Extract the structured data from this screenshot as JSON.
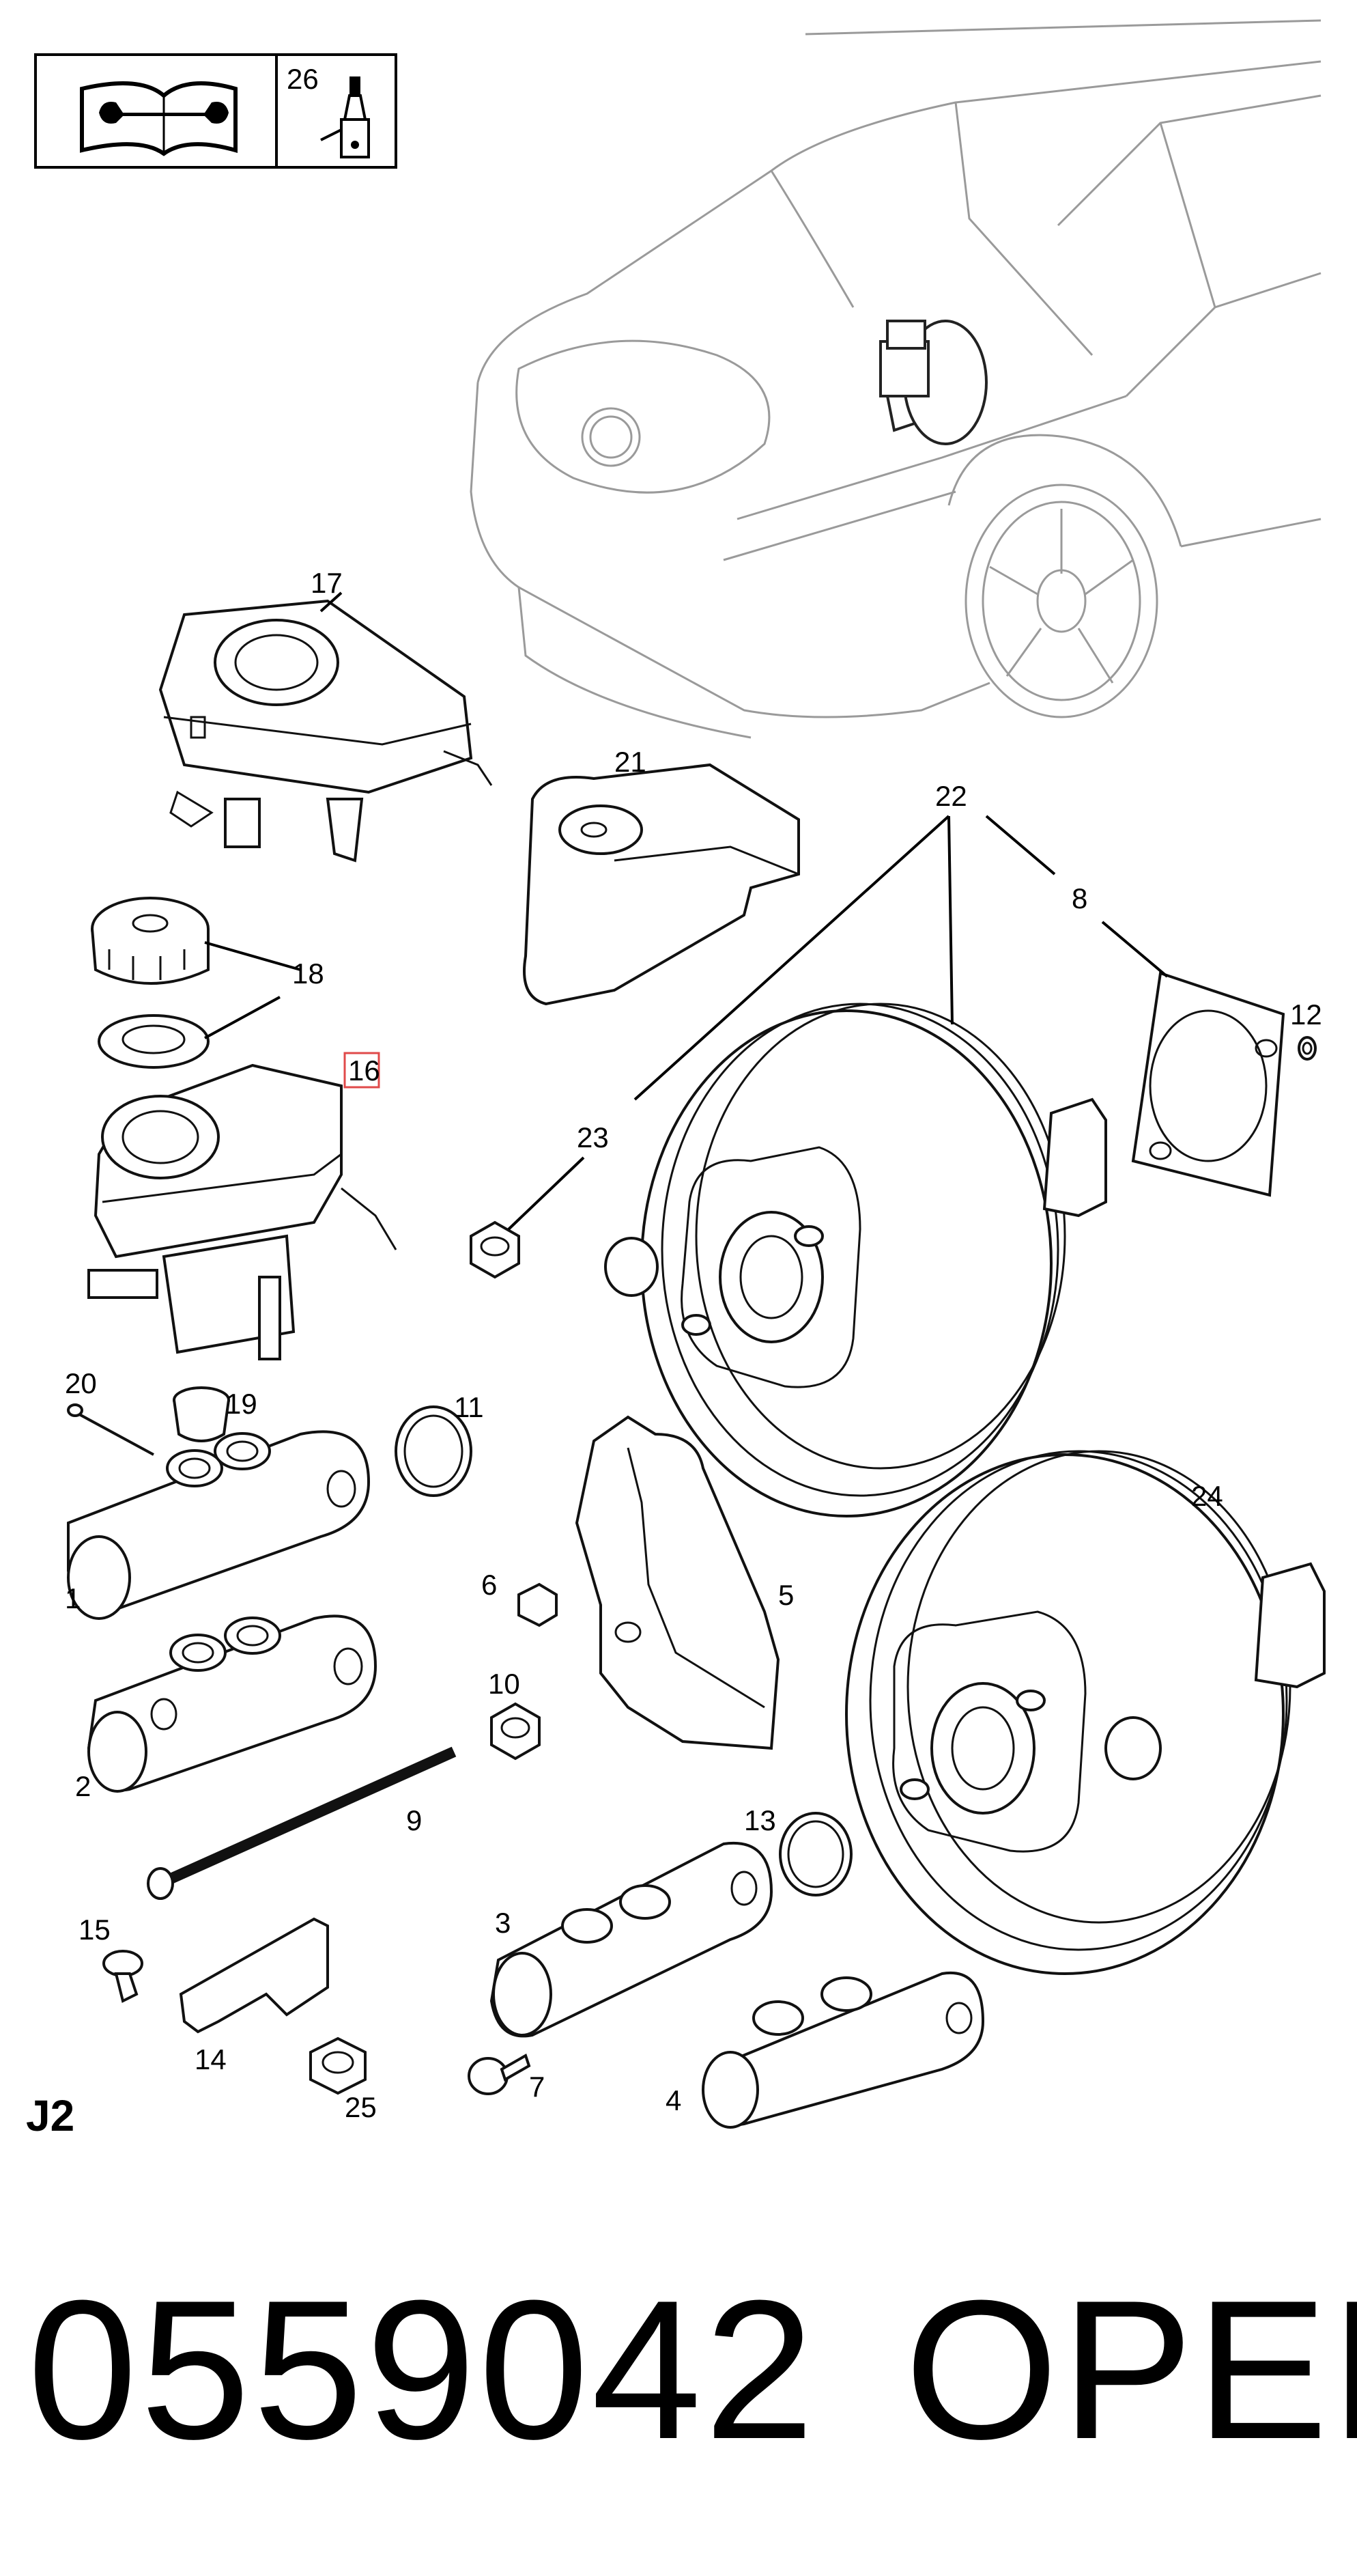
{
  "header_box": {
    "icons": [
      "manual-wrench-icon",
      "lubricant-bottle-icon"
    ],
    "lubricant_ref": "26"
  },
  "sheet_code": "J2",
  "highlighted_callout": "16",
  "callouts": {
    "c1": "1",
    "c2": "2",
    "c3": "3",
    "c4": "4",
    "c5": "5",
    "c6": "6",
    "c7": "7",
    "c8": "8",
    "c9": "9",
    "c10": "10",
    "c11": "11",
    "c12": "12",
    "c13": "13",
    "c14": "14",
    "c15": "15",
    "c16": "16",
    "c17": "17",
    "c18": "18",
    "c19": "19",
    "c20": "20",
    "c21": "21",
    "c22": "22",
    "c23": "23",
    "c24": "24",
    "c25": "25"
  },
  "footer": {
    "part_number": "0559042",
    "brand": "OPEL"
  },
  "colors": {
    "line": "#000000",
    "car_outline": "#9a9a9a",
    "highlight": "#e04a4a",
    "background": "#ffffff"
  }
}
